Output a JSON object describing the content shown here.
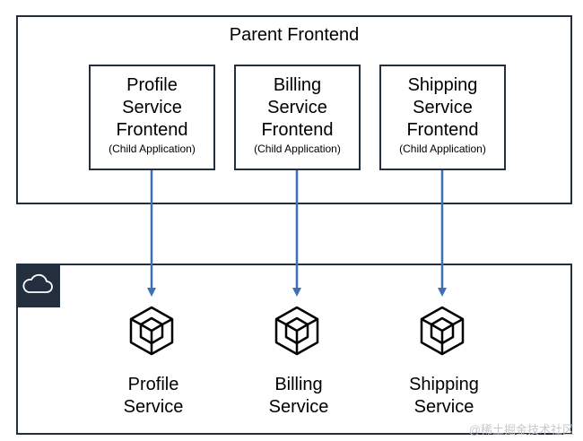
{
  "parent": {
    "title": "Parent Frontend"
  },
  "children": [
    {
      "lines": [
        "Profile",
        "Service",
        "Frontend"
      ],
      "sub": "(Child Application)"
    },
    {
      "lines": [
        "Billing",
        "Service",
        "Frontend"
      ],
      "sub": "(Child Application)"
    },
    {
      "lines": [
        "Shipping",
        "Service",
        "Frontend"
      ],
      "sub": "(Child Application)"
    }
  ],
  "services": [
    {
      "lines": [
        "Profile",
        "Service"
      ]
    },
    {
      "lines": [
        "Billing",
        "Service"
      ]
    },
    {
      "lines": [
        "Shipping",
        "Service"
      ]
    }
  ],
  "icons": {
    "cloud": "cloud-icon",
    "service": "cube-icon"
  },
  "colors": {
    "frame": "#232f3e",
    "arrow": "#3f6fb5"
  },
  "watermark": "@稀土掘金技术社区"
}
